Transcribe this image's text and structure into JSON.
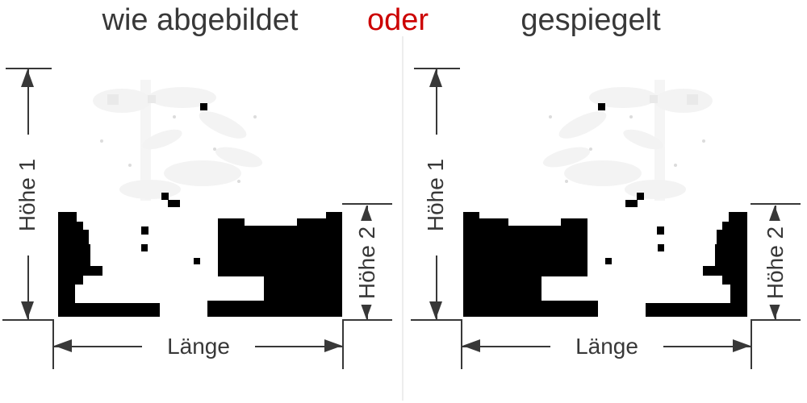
{
  "header": {
    "option_a": "wie abgebildet",
    "separator": "oder",
    "option_b": "gespiegelt"
  },
  "colors": {
    "text": "#383838",
    "accent_red": "#cc0000",
    "silhouette": "#000000",
    "divider": "#ededed"
  },
  "panels": [
    {
      "name": "wie abgebildet",
      "image": "plant-scene-silhouette",
      "dimensions": {
        "height1": "Höhe 1",
        "height2": "Höhe 2",
        "length": "Länge"
      }
    },
    {
      "name": "gespiegelt",
      "image": "plant-scene-silhouette-mirrored",
      "dimensions": {
        "height1": "Höhe 1",
        "height2": "Höhe 2",
        "length": "Länge"
      }
    }
  ]
}
